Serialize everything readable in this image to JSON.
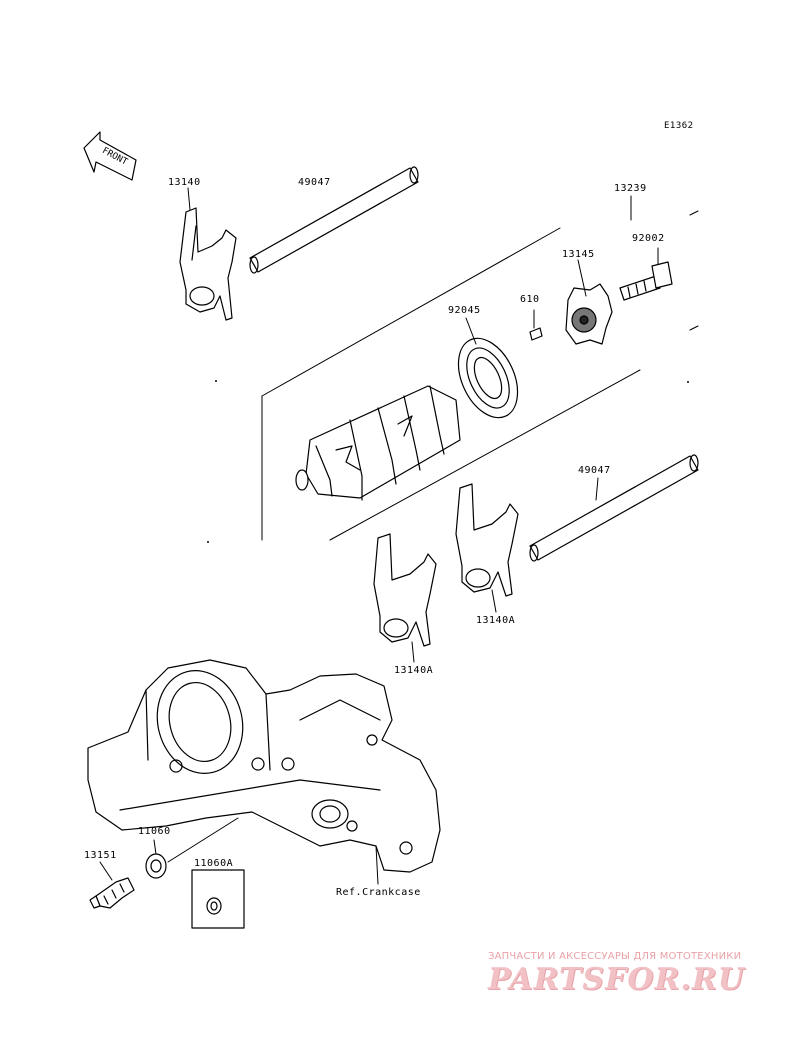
{
  "diagram_code": "E1362",
  "front_label": "FRONT",
  "parts": {
    "fork_top_left": "13140",
    "shaft_top": "49047",
    "bolt_holder": "13239",
    "bolt": "92002",
    "cam_plate": "13145",
    "pin": "610",
    "bearing": "92045",
    "shaft_right": "49047",
    "fork_right": "13140A",
    "fork_middle": "13140A",
    "washer": "11060",
    "sensor": "13151",
    "washer_alt": "11060A",
    "crankcase_ref": "Ref.Crankcase"
  },
  "watermark": {
    "tagline": "ЗАПЧАСТИ И АКСЕССУАРЫ ДЛЯ МОТОТЕХНИКИ",
    "brand": "PARTSFOR.RU"
  },
  "colors": {
    "line": "#000000",
    "watermark": "#e9a1a6"
  }
}
